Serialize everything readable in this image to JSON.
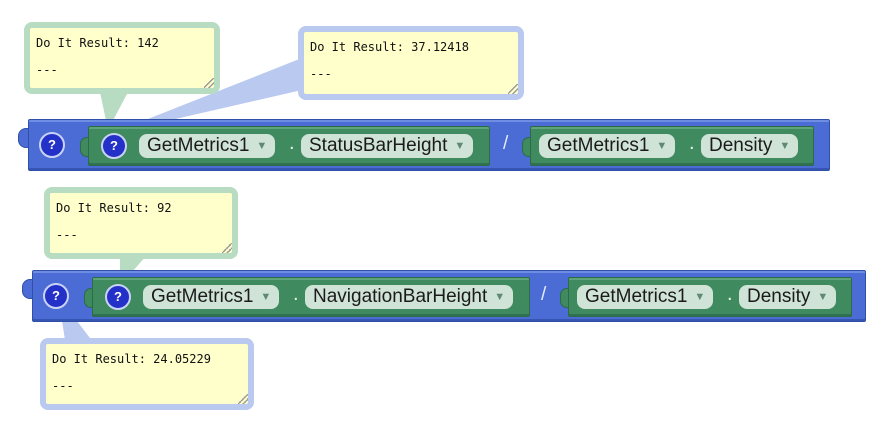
{
  "row1": {
    "outer_help": "?",
    "inner_help": "?",
    "left": {
      "component": "GetMetrics1",
      "dot": ".",
      "property": "StatusBarHeight"
    },
    "operator": "/",
    "right": {
      "component": "GetMetrics1",
      "dot": ".",
      "property": "Density"
    }
  },
  "row2": {
    "outer_help": "?",
    "inner_help": "?",
    "left": {
      "component": "GetMetrics1",
      "dot": ".",
      "property": "NavigationBarHeight"
    },
    "operator": "/",
    "right": {
      "component": "GetMetrics1",
      "dot": ".",
      "property": "Density"
    }
  },
  "dropdown_arrow": "▼",
  "bubbles": {
    "b1": {
      "result": "Do It Result: 142",
      "extra": "---"
    },
    "b2": {
      "result": "Do It Result: 37.12418",
      "extra": "---"
    },
    "b3": {
      "result": "Do It Result: 92",
      "extra": "---"
    },
    "b4": {
      "result": "Do It Result: 24.05229",
      "extra": "---"
    }
  },
  "colors": {
    "math_block": "#4a6cd4",
    "component_block": "#3f8a5f",
    "bubble_fill": "#ffffcc"
  }
}
